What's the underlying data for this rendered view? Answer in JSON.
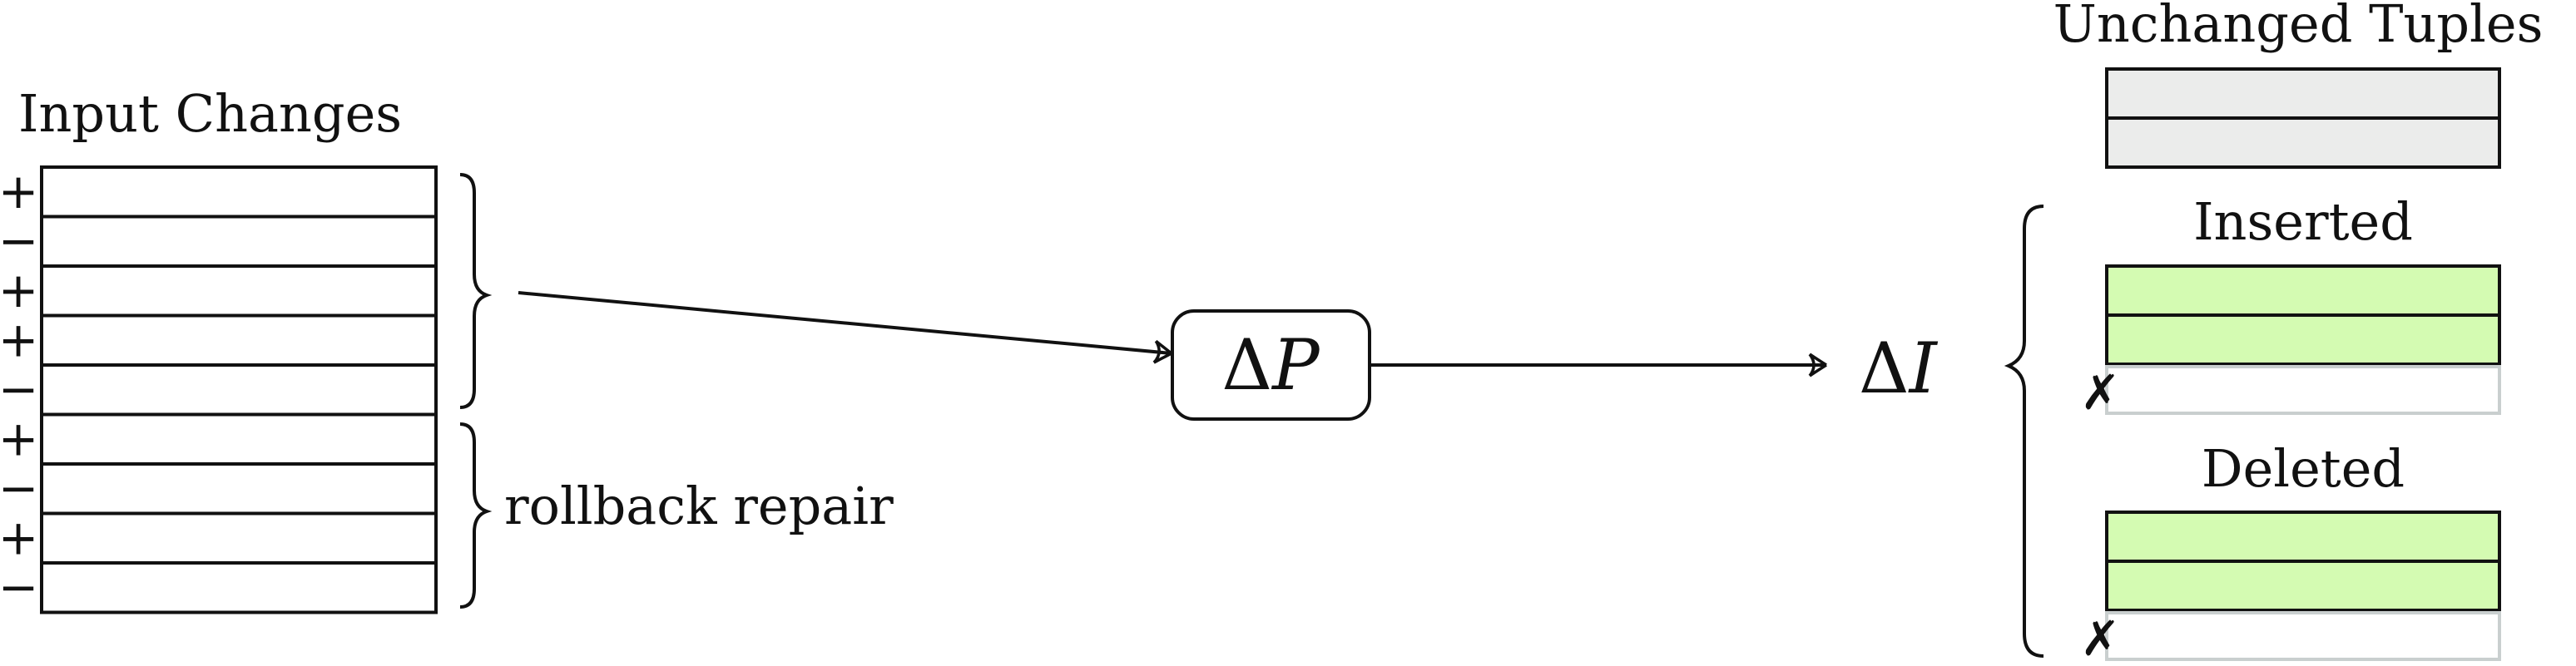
{
  "input": {
    "title": "Input Changes",
    "signs": [
      "+",
      "−",
      "+",
      "+",
      "−",
      "+",
      "−",
      "+",
      "−"
    ]
  },
  "rollback": {
    "label": "rollback repair"
  },
  "delta_p": {
    "symbol": "Δ",
    "var": "P"
  },
  "delta_i": {
    "symbol": "Δ",
    "var": "I"
  },
  "output": {
    "unchanged": {
      "title": "Unchanged Tuples",
      "rows": 2
    },
    "inserted": {
      "title": "Inserted",
      "rows": 2,
      "rejected_rows": 1
    },
    "deleted": {
      "title": "Deleted",
      "rows": 2,
      "rejected_rows": 1
    },
    "reject_mark": "✗"
  },
  "colors": {
    "unchanged_fill": "#ebeceb",
    "change_fill": "#d4fbb2",
    "rejected_stroke": "#c9cfcf",
    "stroke": "#111111"
  }
}
